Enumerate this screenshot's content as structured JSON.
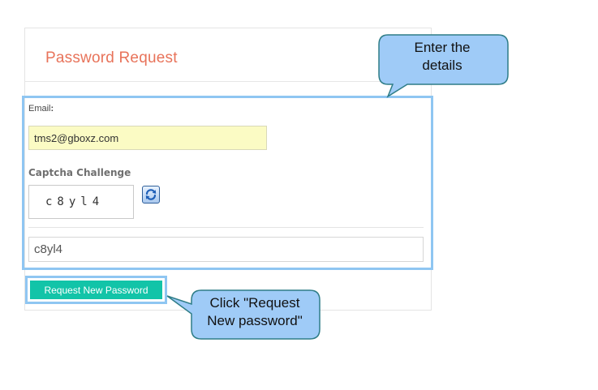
{
  "form": {
    "title": "Password Request",
    "email_label": "Email",
    "email_colon": ":",
    "email_value": "tms2@gboxz.com",
    "captcha_heading": "Captcha Challenge",
    "captcha_code": "c8yl4",
    "captcha_input_value": "c8yl4",
    "submit_label": "Request New Password"
  },
  "callouts": {
    "enter_details_line1": "Enter the",
    "enter_details_line2": "details",
    "click_request_line1": "Click \"Request",
    "click_request_line2": "New password\""
  },
  "icons": {
    "refresh": "refresh-icon"
  },
  "colors": {
    "title": "#e8735a",
    "highlight": "#8fc6f2",
    "email_field_bg": "#fbfbc4",
    "submit_bg": "#12c4a8",
    "callout_fill": "#9fcbf7",
    "callout_stroke": "#2e7d87"
  }
}
